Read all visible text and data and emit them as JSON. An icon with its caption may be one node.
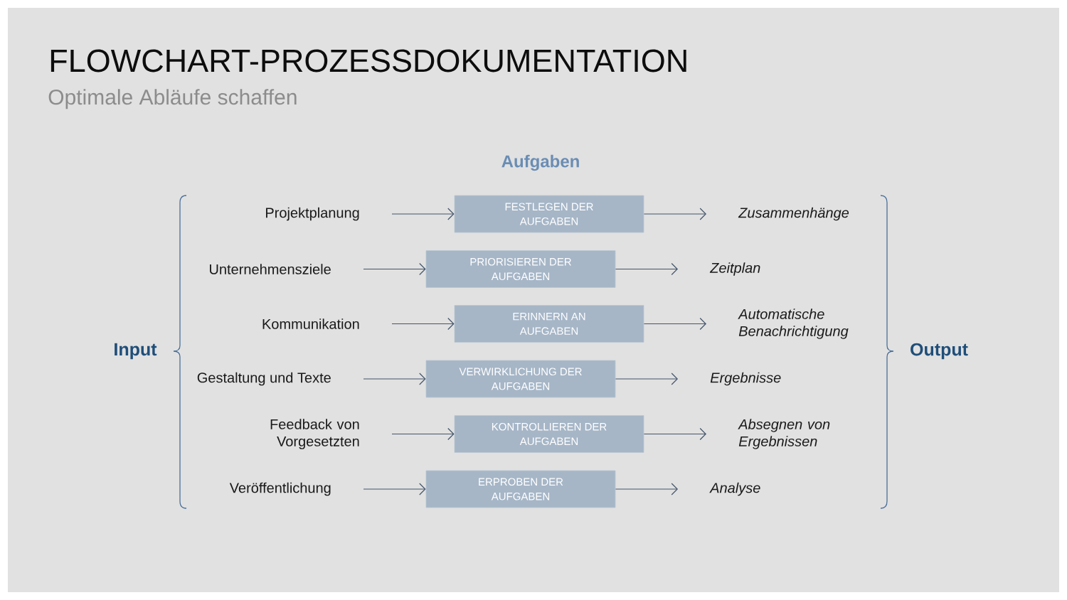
{
  "diagram": {
    "title": "FLOWCHART-PROZESSDOKUMENTATION",
    "nodes": [
      {
        "text": [
          "Projektplanung"
        ]
      },
      {
        "text": [
          "FESTLEGEN DER AUFGABEN"
        ]
      },
      {
        "text": [
          "Zusammenhänge"
        ]
      },
      {
        "text": [
          "Unternehmensziele"
        ]
      },
      {
        "text": [
          "PRIORISIEREN DER AUFGABEN"
        ]
      },
      {
        "text": [
          "Zeitplan"
        ]
      },
      {
        "text": [
          "Kommunikation"
        ]
      },
      {
        "text": [
          "ERINNERN AN AUFGABEN"
        ]
      },
      {
        "text": [
          "Automatische Benachrichtigung"
        ]
      },
      {
        "text": [
          "Gestaltung und Texte"
        ]
      },
      {
        "text": [
          "VERWIRKLICHUNG DER AUFGABEN"
        ]
      },
      {
        "text": [
          "Ergebnisse"
        ]
      },
      {
        "text": [
          "Feedback von Vorgesetzten"
        ]
      },
      {
        "text": [
          "KONTROLLIEREN DER AUFGABEN"
        ]
      },
      {
        "text": [
          "Absegnen von Ergebnissen"
        ]
      },
      {
        "text": [
          "Veröffentlichung"
        ]
      },
      {
        "text": [
          "ERPROBEN DER AUFGABEN"
        ]
      },
      {
        "text": [
          "Analyse"
        ]
      }
    ],
    "edges": [
      {
        "from": 0,
        "to": 1,
        "arrow": "to"
      },
      {
        "from": 1,
        "to": 2,
        "arrow": "to"
      },
      {
        "from": 3,
        "to": 4,
        "arrow": "to"
      },
      {
        "from": 4,
        "to": 5,
        "arrow": "to"
      },
      {
        "from": 6,
        "to": 7,
        "arrow": "to"
      },
      {
        "from": 7,
        "to": 8,
        "arrow": "to"
      },
      {
        "from": 9,
        "to": 10,
        "arrow": "to"
      },
      {
        "from": 10,
        "to": 11,
        "arrow": "to"
      },
      {
        "from": 12,
        "to": 13,
        "arrow": "to"
      },
      {
        "from": 13,
        "to": 14,
        "arrow": "to"
      },
      {
        "from": 15,
        "to": 16,
        "arrow": "to"
      },
      {
        "from": 16,
        "to": 17,
        "arrow": "to"
      }
    ],
    "labels": [
      "Optimale Abläufe schaffen",
      "Aufgaben",
      "Input",
      "Output"
    ]
  }
}
